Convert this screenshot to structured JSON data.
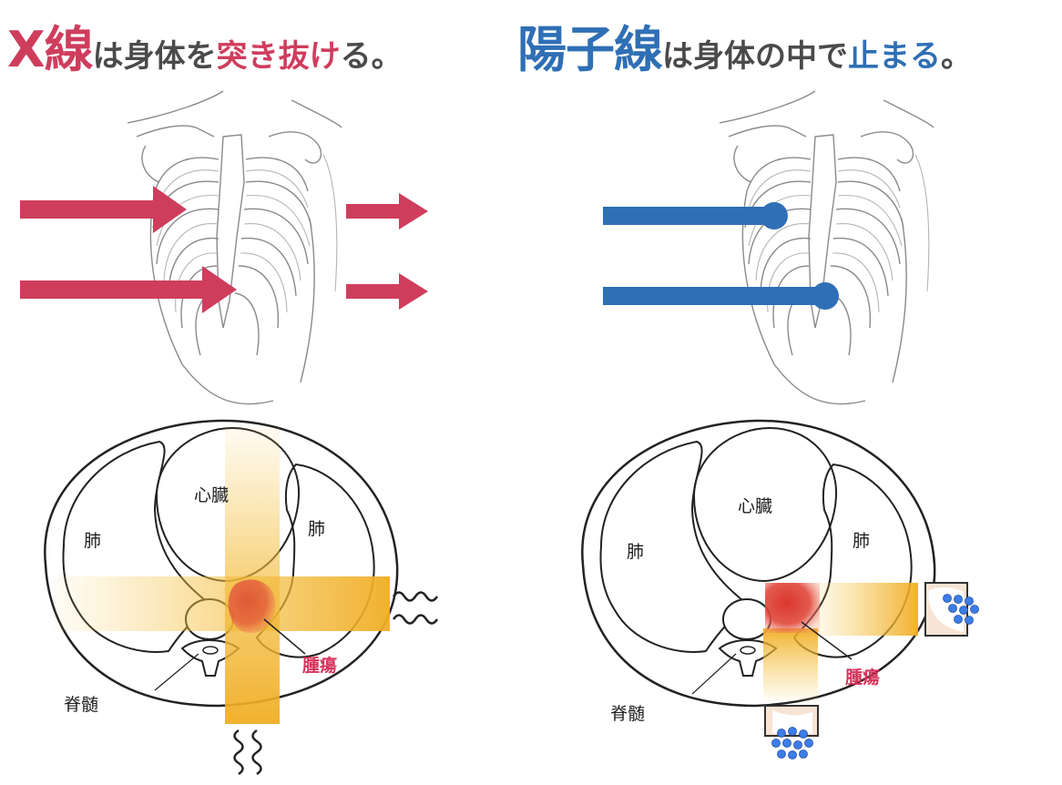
{
  "colors": {
    "xray": "#cf3d5d",
    "proton": "#2f6fb5",
    "text_dark": "#4a4a4a",
    "tumor_label": "#d6315a",
    "beam_yellow": "#f2b52e",
    "tumor_red": "#d9362e",
    "dots_blue": "#3d7de8"
  },
  "left_panel": {
    "headline": {
      "term": "X線",
      "mid1": "は身体を",
      "accent": "突き抜け",
      "end": "る。"
    },
    "labels": {
      "heart": "心臓",
      "lung_left": "肺",
      "lung_right": "肺",
      "tumor": "腫瘍",
      "spinal_cord": "脊髄"
    },
    "icons": [
      "wave-icon-right",
      "wave-icon-bottom"
    ]
  },
  "right_panel": {
    "headline": {
      "term": "陽子線",
      "mid1": "は身体の中で",
      "accent": "止まる",
      "end": "。"
    },
    "labels": {
      "heart": "心臓",
      "lung_left": "肺",
      "lung_right": "肺",
      "tumor": "腫瘍",
      "spinal_cord": "脊髄"
    },
    "icons": [
      "particle-dots-icon-right",
      "particle-dots-icon-bottom"
    ]
  }
}
